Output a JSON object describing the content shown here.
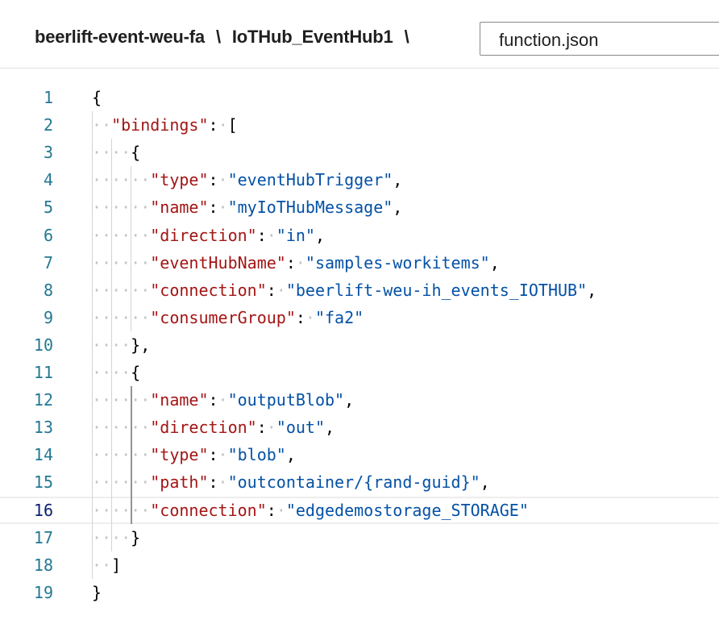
{
  "breadcrumb": {
    "items": [
      "beerlift-event-weu-fa",
      "IoTHub_EventHub1"
    ],
    "separator": "\\"
  },
  "file_selector": {
    "value": "function.json"
  },
  "editor": {
    "current_line": 16,
    "lines": [
      {
        "number": "1",
        "indent": 0,
        "tokens": [
          {
            "t": "{",
            "k": "punc"
          }
        ]
      },
      {
        "number": "2",
        "indent": 2,
        "tokens": [
          {
            "t": "\"bindings\"",
            "k": "key"
          },
          {
            "t": ":",
            "k": "punc"
          },
          {
            "t": "·",
            "k": "ws"
          },
          {
            "t": "[",
            "k": "punc"
          }
        ]
      },
      {
        "number": "3",
        "indent": 4,
        "tokens": [
          {
            "t": "{",
            "k": "punc"
          }
        ]
      },
      {
        "number": "4",
        "indent": 6,
        "tokens": [
          {
            "t": "\"type\"",
            "k": "key"
          },
          {
            "t": ":",
            "k": "punc"
          },
          {
            "t": "·",
            "k": "ws"
          },
          {
            "t": "\"eventHubTrigger\"",
            "k": "str"
          },
          {
            "t": ",",
            "k": "punc"
          }
        ]
      },
      {
        "number": "5",
        "indent": 6,
        "tokens": [
          {
            "t": "\"name\"",
            "k": "key"
          },
          {
            "t": ":",
            "k": "punc"
          },
          {
            "t": "·",
            "k": "ws"
          },
          {
            "t": "\"myIoTHubMessage\"",
            "k": "str"
          },
          {
            "t": ",",
            "k": "punc"
          }
        ]
      },
      {
        "number": "6",
        "indent": 6,
        "tokens": [
          {
            "t": "\"direction\"",
            "k": "key"
          },
          {
            "t": ":",
            "k": "punc"
          },
          {
            "t": "·",
            "k": "ws"
          },
          {
            "t": "\"in\"",
            "k": "str"
          },
          {
            "t": ",",
            "k": "punc"
          }
        ]
      },
      {
        "number": "7",
        "indent": 6,
        "tokens": [
          {
            "t": "\"eventHubName\"",
            "k": "key"
          },
          {
            "t": ":",
            "k": "punc"
          },
          {
            "t": "·",
            "k": "ws"
          },
          {
            "t": "\"samples-workitems\"",
            "k": "str"
          },
          {
            "t": ",",
            "k": "punc"
          }
        ]
      },
      {
        "number": "8",
        "indent": 6,
        "tokens": [
          {
            "t": "\"connection\"",
            "k": "key"
          },
          {
            "t": ":",
            "k": "punc"
          },
          {
            "t": "·",
            "k": "ws"
          },
          {
            "t": "\"beerlift-weu-ih_events_IOTHUB\"",
            "k": "str"
          },
          {
            "t": ",",
            "k": "punc"
          }
        ]
      },
      {
        "number": "9",
        "indent": 6,
        "tokens": [
          {
            "t": "\"consumerGroup\"",
            "k": "key"
          },
          {
            "t": ":",
            "k": "punc"
          },
          {
            "t": "·",
            "k": "ws"
          },
          {
            "t": "\"fa2\"",
            "k": "str"
          }
        ]
      },
      {
        "number": "10",
        "indent": 4,
        "tokens": [
          {
            "t": "},",
            "k": "punc"
          }
        ]
      },
      {
        "number": "11",
        "indent": 4,
        "tokens": [
          {
            "t": "{",
            "k": "punc"
          }
        ]
      },
      {
        "number": "12",
        "indent": 6,
        "tokens": [
          {
            "t": "\"name\"",
            "k": "key"
          },
          {
            "t": ":",
            "k": "punc"
          },
          {
            "t": "·",
            "k": "ws"
          },
          {
            "t": "\"outputBlob\"",
            "k": "str"
          },
          {
            "t": ",",
            "k": "punc"
          }
        ]
      },
      {
        "number": "13",
        "indent": 6,
        "tokens": [
          {
            "t": "\"direction\"",
            "k": "key"
          },
          {
            "t": ":",
            "k": "punc"
          },
          {
            "t": "·",
            "k": "ws"
          },
          {
            "t": "\"out\"",
            "k": "str"
          },
          {
            "t": ",",
            "k": "punc"
          }
        ]
      },
      {
        "number": "14",
        "indent": 6,
        "tokens": [
          {
            "t": "\"type\"",
            "k": "key"
          },
          {
            "t": ":",
            "k": "punc"
          },
          {
            "t": "·",
            "k": "ws"
          },
          {
            "t": "\"blob\"",
            "k": "str"
          },
          {
            "t": ",",
            "k": "punc"
          }
        ]
      },
      {
        "number": "15",
        "indent": 6,
        "tokens": [
          {
            "t": "\"path\"",
            "k": "key"
          },
          {
            "t": ":",
            "k": "punc"
          },
          {
            "t": "·",
            "k": "ws"
          },
          {
            "t": "\"outcontainer/{rand-guid}\"",
            "k": "str"
          },
          {
            "t": ",",
            "k": "punc"
          }
        ]
      },
      {
        "number": "16",
        "indent": 6,
        "tokens": [
          {
            "t": "\"connection\"",
            "k": "key"
          },
          {
            "t": ":",
            "k": "punc"
          },
          {
            "t": "·",
            "k": "ws"
          },
          {
            "t": "\"edgedemostorage_STORAGE\"",
            "k": "str"
          }
        ]
      },
      {
        "number": "17",
        "indent": 4,
        "tokens": [
          {
            "t": "}",
            "k": "punc"
          }
        ]
      },
      {
        "number": "18",
        "indent": 2,
        "tokens": [
          {
            "t": "]",
            "k": "punc"
          }
        ]
      },
      {
        "number": "19",
        "indent": 0,
        "tokens": [
          {
            "t": "}",
            "k": "punc"
          }
        ]
      }
    ]
  },
  "colors": {
    "line_number": "#237893",
    "line_number_active": "#0b216f",
    "json_key": "#a31515",
    "json_string": "#0451a5",
    "whitespace_marker": "#c3c3c3",
    "current_line_border": "#eeeeee"
  }
}
